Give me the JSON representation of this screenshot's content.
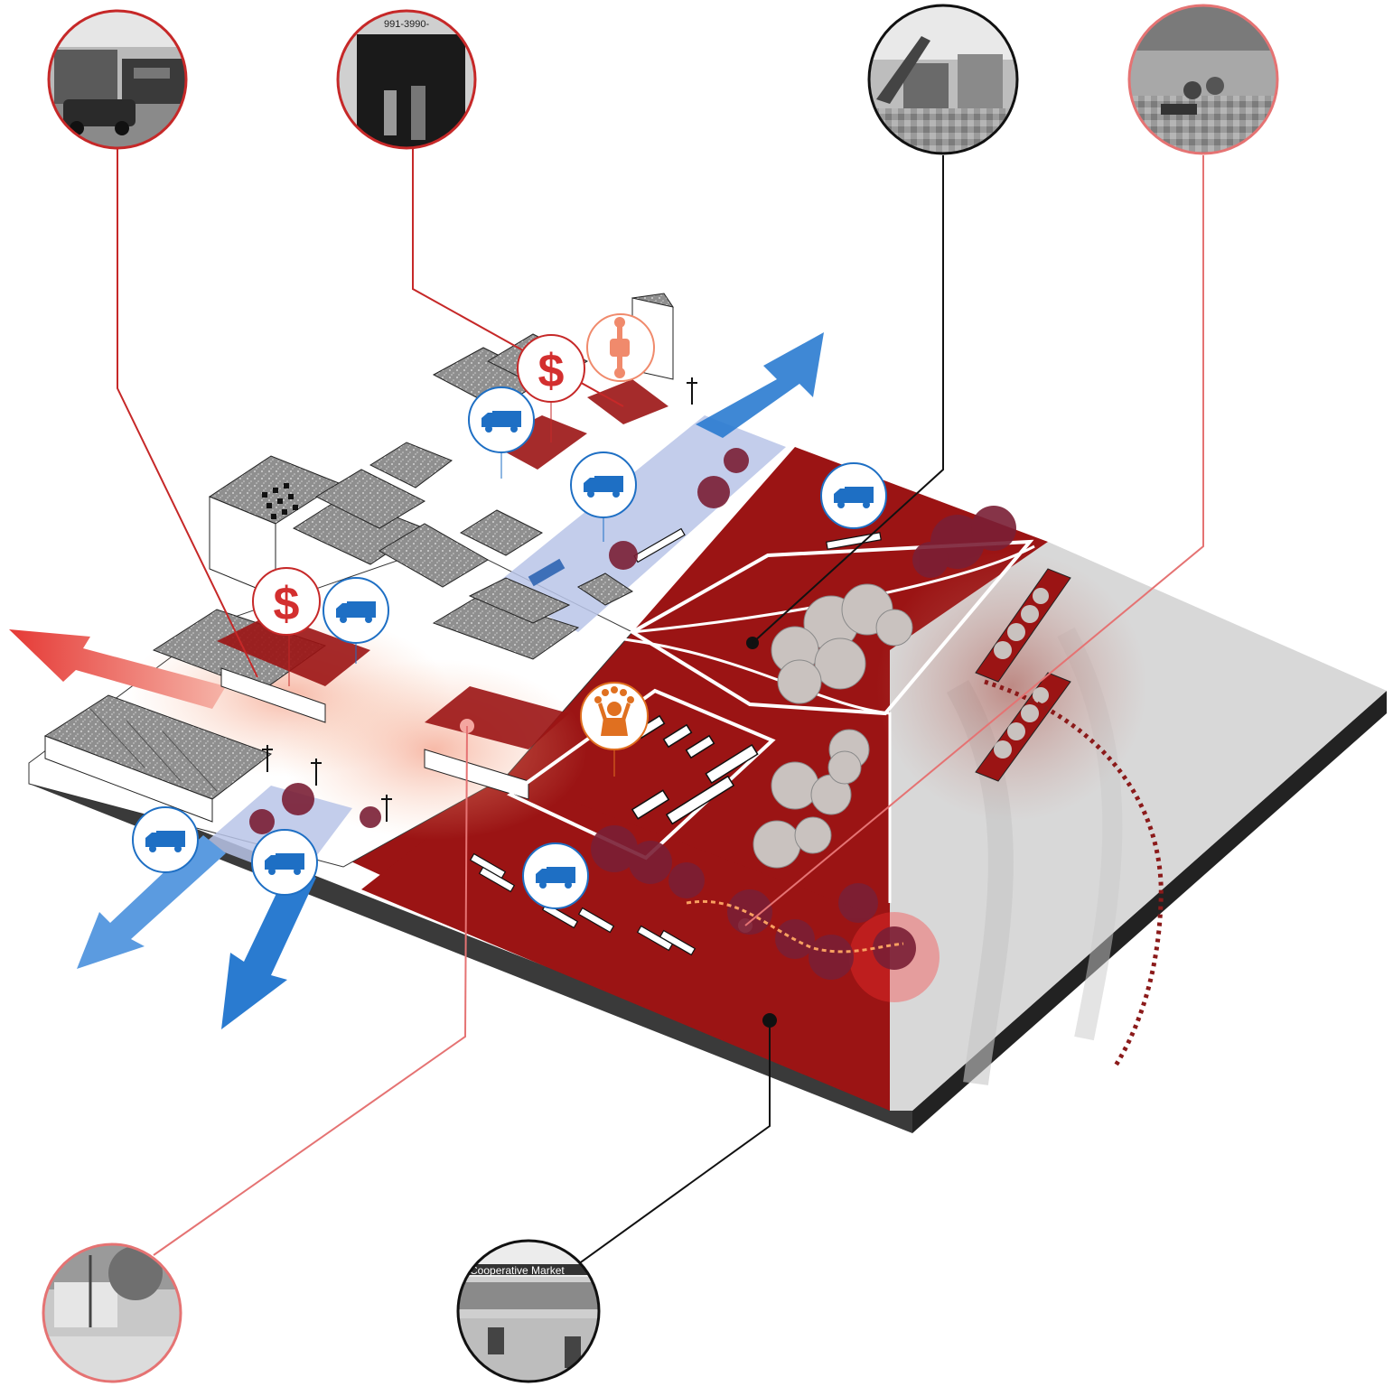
{
  "photos": {
    "storefront": {
      "label": "storefront-photo",
      "ring_color": "#c62828",
      "sign_text": ""
    },
    "warehouse_door": {
      "label": "warehouse-door-photo",
      "ring_color": "#c62828",
      "sign_text": "991-3990-"
    },
    "scrapyard": {
      "label": "scrapyard-photo",
      "ring_color": "#111111",
      "sign_text": ""
    },
    "riverbank": {
      "label": "riverbank-photo",
      "ring_color": "#e57373",
      "sign_text": ""
    },
    "street_corner": {
      "label": "street-corner-photo",
      "ring_color": "#e57373",
      "sign_text": ""
    },
    "cooperative_market": {
      "label": "cooperative-market-photo",
      "ring_color": "#111111",
      "sign_text": "Cooperative Market"
    }
  },
  "icons": {
    "money": {
      "symbol": "$",
      "color": "#d32f2f"
    },
    "truck": {
      "name": "truck-icon",
      "color": "#1e6fc4"
    },
    "repair": {
      "name": "hand-wrench-icon",
      "color": "#f08a6c"
    },
    "community": {
      "name": "community-icon",
      "color": "#e07020"
    }
  },
  "colors": {
    "site_red": "#9b1414",
    "arrow_blue": "#2a7bd0",
    "arrow_red": "#e53935",
    "street_lavender": "#b9c4e8",
    "water_grey": "#d8d8d8",
    "building_grey": "#8a8a8a",
    "base_dark": "#3a3a3a"
  }
}
